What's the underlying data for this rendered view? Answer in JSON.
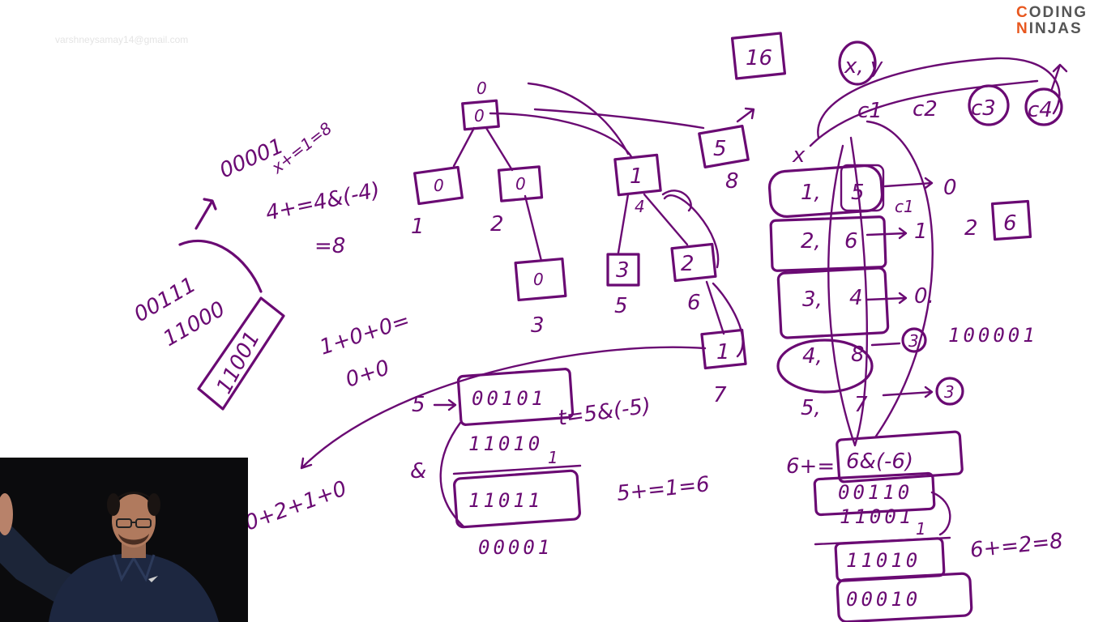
{
  "watermark_email": "varshneysamay14@gmail.com",
  "logo": {
    "line1": "CODING",
    "line2": "NINJAS"
  },
  "colors": {
    "ink": "#6a0a73",
    "background": "#ffffff",
    "logo_accent": "#e8571e"
  },
  "board": {
    "left_bits": {
      "a": "00111",
      "b": "11000",
      "c": "11001",
      "d": "00001",
      "e": "x+=1=8",
      "f": "4+=4&(-4)",
      "g": "=8"
    },
    "tree": {
      "nodes": [
        {
          "value": "0",
          "index": "0"
        },
        {
          "value": "0",
          "index": "1"
        },
        {
          "value": "0",
          "index": "2"
        },
        {
          "value": "1",
          "index": "4"
        },
        {
          "value": "0",
          "index": "3"
        },
        {
          "value": "3",
          "index": "5"
        },
        {
          "value": "2",
          "index": "6"
        },
        {
          "value": "1",
          "index": "7"
        },
        {
          "value": "5",
          "index": "8"
        }
      ],
      "sums": [
        "1+0+0=",
        "0+0",
        "0+2+1+0"
      ]
    },
    "top_box": "16",
    "bottom_calc": {
      "label5": "5",
      "row1": "00101",
      "row2": "11010",
      "tnote": "t=5&(-5)",
      "amp": "&",
      "carry": "1",
      "row3": "11011",
      "row4": "00001",
      "step": "5+=1=6"
    },
    "right_table": {
      "header_x": "x",
      "header_xy": "x, y",
      "headers": [
        "c1",
        "c2",
        "c3",
        "c4"
      ],
      "rows": [
        {
          "x": "1,",
          "y": "5",
          "out": "0"
        },
        {
          "x": "2,",
          "y": "6",
          "out": "1"
        },
        {
          "x": "3,",
          "y": "4",
          "out": "0."
        },
        {
          "x": "4,",
          "y": "8",
          "out": "3"
        },
        {
          "x": "5,",
          "y": "7",
          "out": "3"
        }
      ],
      "c1_label": "c1",
      "side_two": "2",
      "side_box": "6",
      "bits_side": "100001",
      "sixcalc": {
        "label": "6+=",
        "expr": "6&(-6)",
        "r1": "00110",
        "r2": "11001",
        "carry": "1",
        "r3": "11010",
        "r4": "00010",
        "step": "6+=2=8"
      }
    }
  }
}
